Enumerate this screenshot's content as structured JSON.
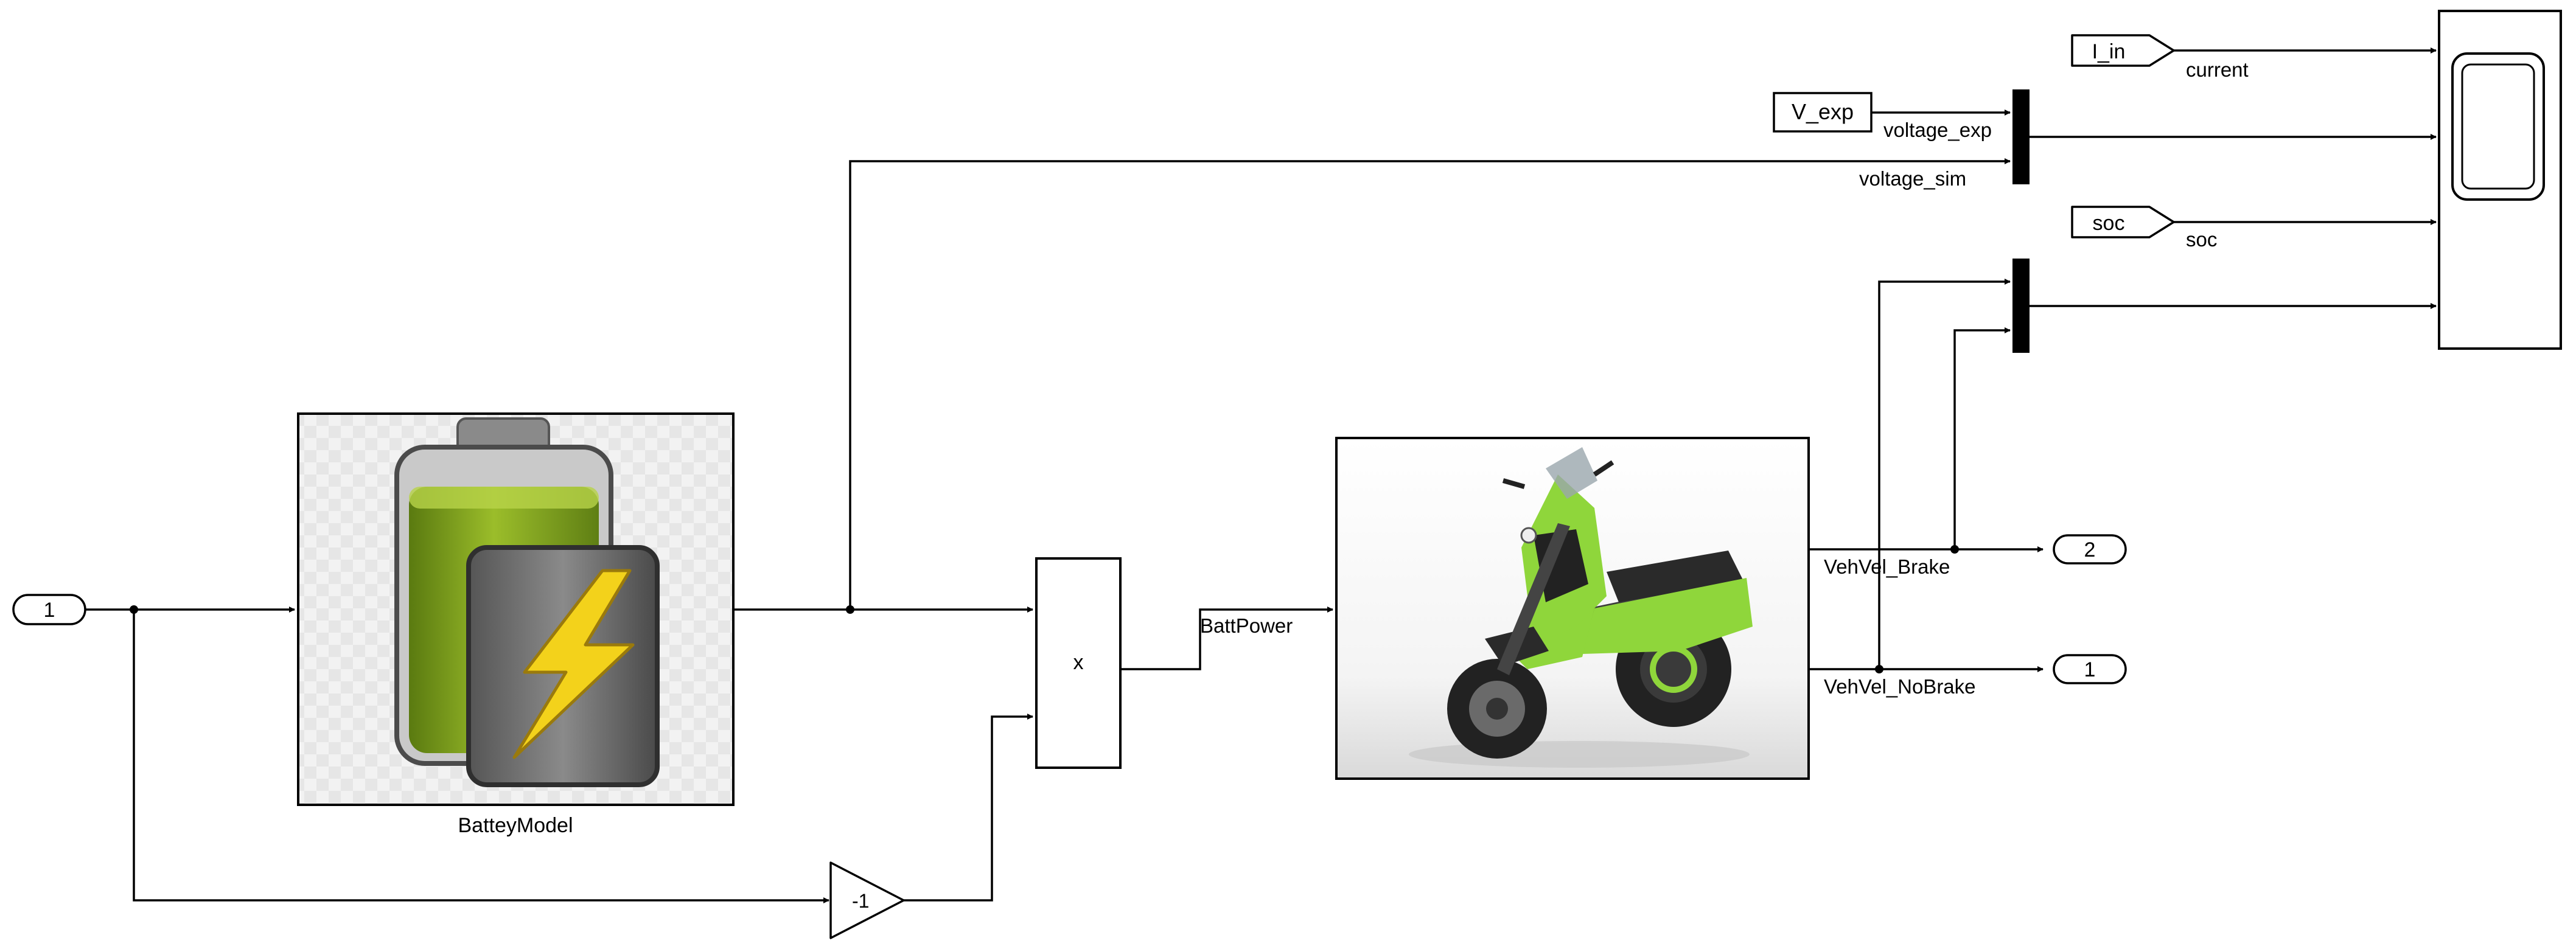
{
  "ports": {
    "inport_1": "1",
    "outport_1": "1",
    "outport_2": "2"
  },
  "blocks": {
    "battery_model_name": "BatteyModel",
    "product_symbol": "x",
    "gain_value": "-1"
  },
  "from_tags": {
    "v_exp": "V_exp",
    "i_in": "I_in",
    "soc": "soc"
  },
  "signals": {
    "voltage_exp": "voltage_exp",
    "voltage_sim": "voltage_sim",
    "current": "current",
    "soc": "soc",
    "batt_power": "BattPower",
    "veh_vel_brake": "VehVel_Brake",
    "veh_vel_nobrake": "VehVel_NoBrake"
  },
  "icons": {
    "battery": "battery-icon",
    "scooter": "scooter-image",
    "scope": "scope-icon"
  },
  "colors": {
    "battery_green": "#7a9a1c",
    "bolt_yellow": "#f3d21b",
    "scooter_green": "#8fd63b"
  }
}
